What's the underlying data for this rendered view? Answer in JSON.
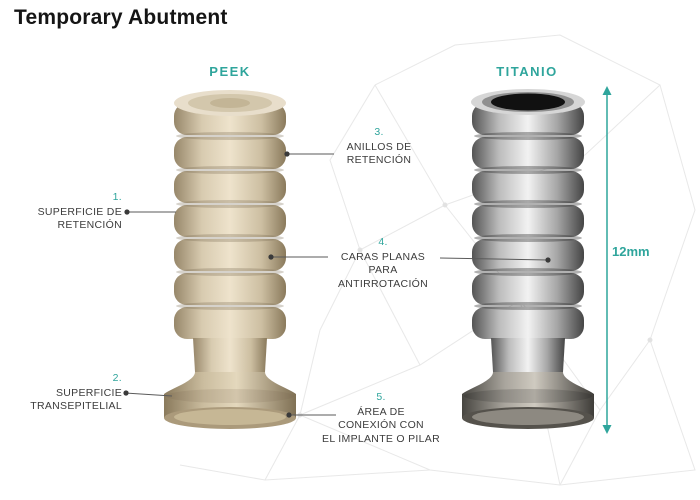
{
  "title": "Temporary Abutment",
  "columns": {
    "peek": "PEEK",
    "titanio": "TITANIO"
  },
  "annotations": [
    {
      "num": "1.",
      "text": "SUPERFICIE DE\nRETENCIÓN"
    },
    {
      "num": "2.",
      "text": "SUPERFICIE\nTRANSEPITELIAL"
    },
    {
      "num": "3.",
      "text": "ANILLOS DE\nRETENCIÓN"
    },
    {
      "num": "4.",
      "text": "CARAS PLANAS\nPARA\nANTIRROTACIÓN"
    },
    {
      "num": "5.",
      "text": "ÁREA DE\nCONEXIÓN CON\nEL IMPLANTE O PILAR"
    }
  ],
  "measurement": {
    "label": "12mm"
  },
  "colors": {
    "accent": "#2fa59c",
    "title_text": "#151515",
    "annotation_text": "#3c3c3c",
    "leader_line": "#5a5a5a",
    "peek_body": "#d8cbb0",
    "titanium_body": "#b9b9b9",
    "mesh_line": "#e8e8e8"
  }
}
